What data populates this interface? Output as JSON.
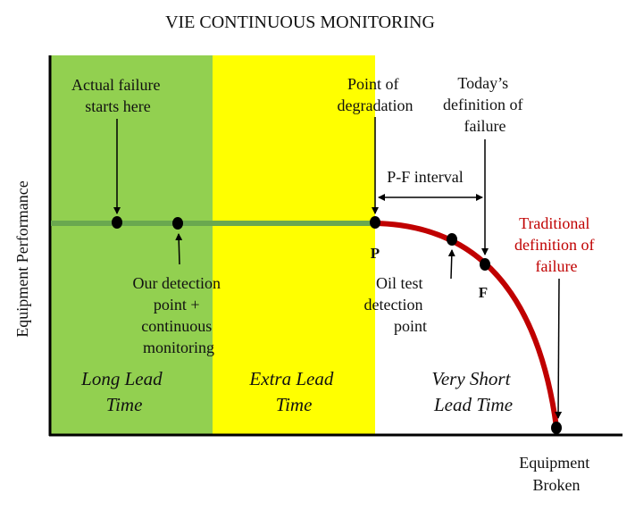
{
  "title": "VIE CONTINUOUS MONITORING",
  "y_axis_label": "Equipment Performance",
  "x_axis_end_label": [
    "Equipment",
    "Broken"
  ],
  "zones": [
    {
      "lines": [
        "Long Lead",
        "Time"
      ],
      "color": "#92d050"
    },
    {
      "lines": [
        "Extra Lead",
        "Time"
      ],
      "color": "#ffff00"
    },
    {
      "lines": [
        "Very Short",
        "Lead Time"
      ],
      "color": "#ffffff"
    }
  ],
  "callouts": {
    "actual_failure": [
      "Actual failure",
      "starts here"
    ],
    "our_detection": [
      "Our detection",
      "point +",
      "continuous",
      "monitoring"
    ],
    "point_of_degradation": [
      "Point of",
      "degradation"
    ],
    "todays_definition": [
      "Today’s",
      "definition of",
      "failure"
    ],
    "traditional_definition": [
      "Traditional",
      "definition of",
      "failure"
    ],
    "oil_test": [
      "Oil test",
      "detection",
      "point"
    ]
  },
  "point_labels": {
    "p": "P",
    "f": "F"
  },
  "interval_label": "P-F interval",
  "colors": {
    "baseline": "#6aa84f",
    "curve": "#c00000",
    "traditional_text": "#c00000",
    "axis": "#000000"
  }
}
